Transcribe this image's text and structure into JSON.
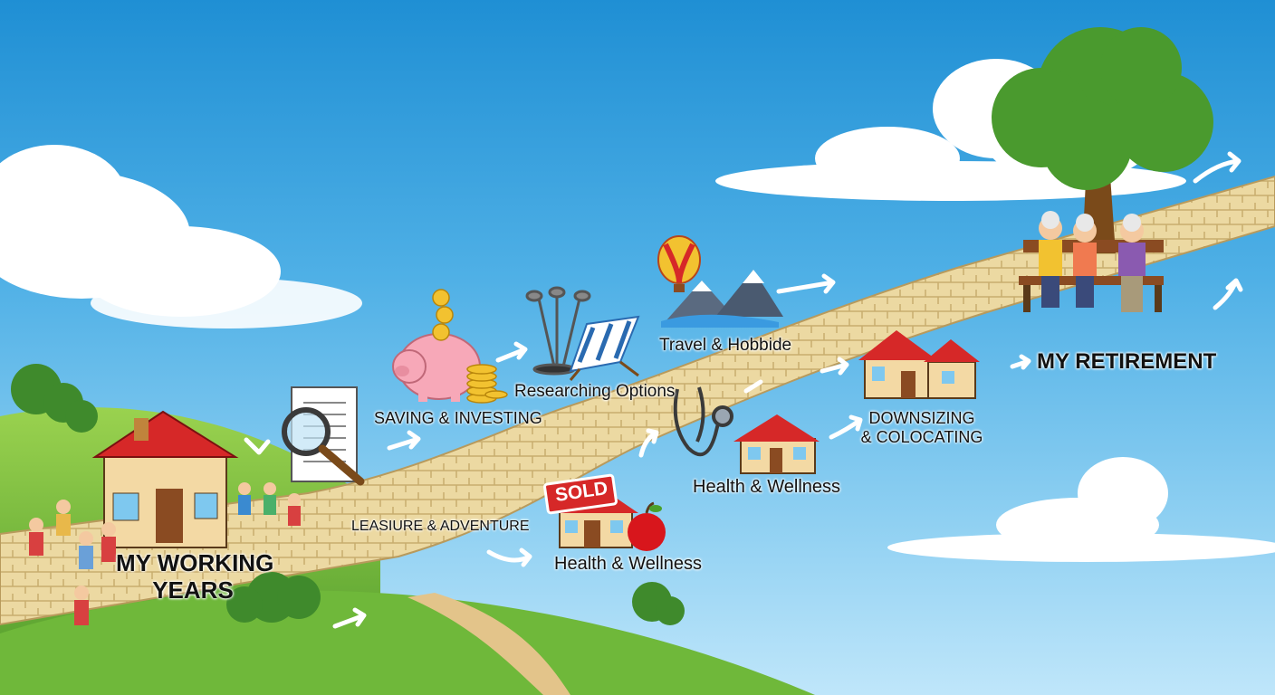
{
  "labels": {
    "working_years_line1": "MY WORKING",
    "working_years_line2": "YEARS",
    "saving_investing": "SAVING & INVESTING",
    "researching_options": "Researching Options",
    "travel_hobbies": "Travel & Hobbide",
    "leisure_adventure": "LEASIURE & ADVENTURE",
    "health_wellness_lower": "Health & Wellness",
    "health_wellness_upper": "Health & Wellness",
    "downsizing_line1": "DOWNSIZING",
    "downsizing_line2": "& COLOCATING",
    "my_retirement": "MY RETIREMENT",
    "sold_sign": "SOLD"
  },
  "icons": [
    "house-icon",
    "people-group-icon",
    "document-magnifier-icon",
    "piggy-bank-icon",
    "coin-stack-icon",
    "golf-clubs-icon",
    "beach-chair-icon",
    "hot-air-balloon-icon",
    "mountains-icon",
    "stethoscope-icon",
    "sold-house-icon",
    "apple-icon",
    "small-house-icon",
    "duplex-house-icon",
    "tree-icon",
    "bench-seniors-icon",
    "arrow-icon"
  ],
  "colors": {
    "sky_top": "#1f8fd4",
    "sky_bottom": "#bfe6fa",
    "road": "#ead7a0",
    "grass": "#7cc242",
    "roof": "#d62828",
    "piggy": "#f7a8b8",
    "coin": "#f2c230"
  }
}
